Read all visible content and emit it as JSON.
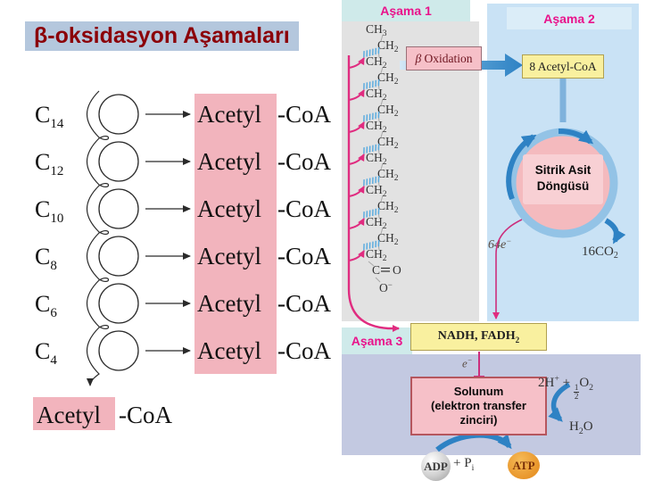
{
  "title": "β-oksidasyon Aşamaları",
  "stages": {
    "stage1": "Aşama 1",
    "stage2": "Aşama 2",
    "stage3": "Aşama 3"
  },
  "left_diagram": {
    "rows": [
      {
        "c": "C",
        "sub": "14",
        "word": "Acetyl",
        "suffix": "-CoA"
      },
      {
        "c": "C",
        "sub": "12",
        "word": "Acetyl",
        "suffix": "-CoA"
      },
      {
        "c": "C",
        "sub": "10",
        "word": "Acetyl",
        "suffix": "-CoA"
      },
      {
        "c": "C",
        "sub": "8",
        "word": "Acetyl",
        "suffix": "-CoA"
      },
      {
        "c": "C",
        "sub": "6",
        "word": "Acetyl",
        "suffix": "-CoA"
      },
      {
        "c": "C",
        "sub": "4",
        "word": "Acetyl",
        "suffix": "-CoA"
      }
    ],
    "final": {
      "word": "Acetyl",
      "suffix": "-CoA"
    }
  },
  "chain": {
    "first": {
      "main": "CH",
      "sub": "3"
    },
    "repeat": {
      "main": "CH",
      "sub": "2"
    },
    "repeat_count": 14,
    "carbonyl_c": "C",
    "carbonyl_o": "O",
    "carboxylate": {
      "main": "O",
      "sup": "−"
    }
  },
  "beta": {
    "symbol": "β",
    "word": " Oxidation"
  },
  "acetyl8": "8 Acetyl-CoA",
  "cycle": {
    "line1": "Sitrik Asit",
    "line2": "Döngüsü"
  },
  "co2": {
    "main": "16CO",
    "sub": "2"
  },
  "electrons64": {
    "main": "64e",
    "sup": "−"
  },
  "nadh": {
    "main": "NADH, FADH",
    "sub": "2"
  },
  "e_minus": {
    "main": "e",
    "sup": "−"
  },
  "respiration": {
    "line1": "Solunum",
    "line2": "(elektron transfer",
    "line3": "zinciri)"
  },
  "oxygen_in": {
    "a": "2H",
    "a_sup": "+",
    "plus": " + ",
    "num": "1",
    "den": "2",
    "o": "O",
    "o_sub": "2"
  },
  "water": {
    "a": "H",
    "sub": "2",
    "b": "O"
  },
  "adp": {
    "label": "ADP",
    "plus": "+ P",
    "sub": "i"
  },
  "atp": "ATP",
  "colors": {
    "accent_magenta": "#e9138b",
    "title_red": "#8b0008",
    "title_bg": "#b4c7dd",
    "pink_highlight": "#f2b4bd",
    "panel_gray": "#e2e2e2",
    "header_cyan": "#cfeaea",
    "panel_blue": "#c9e2f5",
    "header_blue": "#dbedf8",
    "lavender": "#c3c9e1",
    "yellow_box": "#f9f09f",
    "cycle_pink": "#f4babe",
    "cycle_ring": "#93c3e6",
    "blue_arrow": "#2e82c4",
    "magenta_line": "#e02c80",
    "cut_blue": "#5cacdf",
    "atp_orange": "#eda032"
  }
}
